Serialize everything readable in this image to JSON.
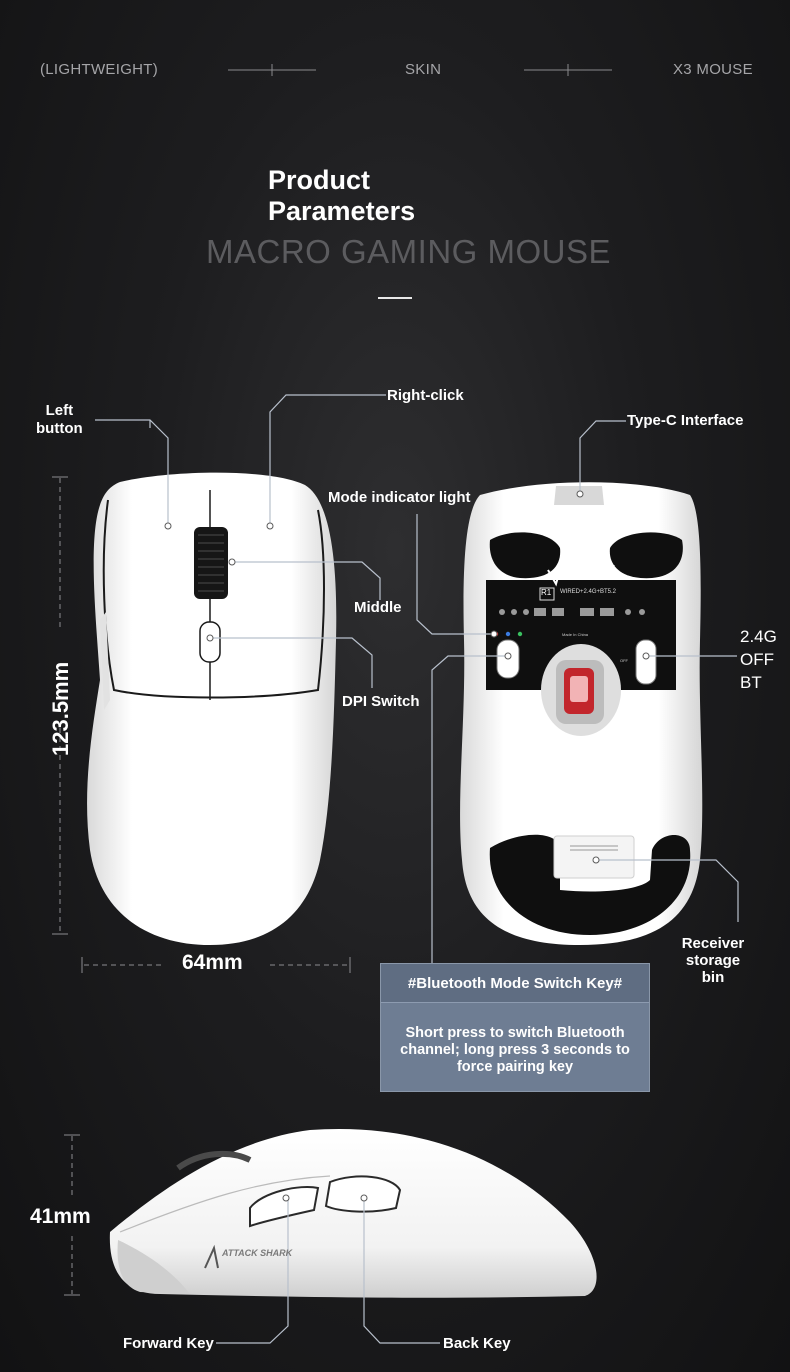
{
  "top_nav": {
    "left": "(LIGHTWEIGHT)",
    "center": "SKIN",
    "right": "X3 MOUSE"
  },
  "header": {
    "title_line1": "Product",
    "title_line2": "Parameters",
    "subtitle": "MACRO GAMING MOUSE"
  },
  "top_view": {
    "left_button_line1": "Left",
    "left_button_line2": "button",
    "right_click": "Right-click",
    "middle": "Middle",
    "dpi_switch": "DPI Switch",
    "height": "123.5mm",
    "width": "64mm"
  },
  "bottom_view": {
    "type_c": "Type-C Interface",
    "mode_indicator": "Mode indicator light",
    "mode_24g": "2.4G",
    "mode_off": "OFF",
    "mode_bt": "BT",
    "receiver_line1": "Receiver storage",
    "receiver_line2": "bin",
    "brand": "ATTACK SHARK",
    "model": "R1",
    "connectivity": "WIRED+2.4G+BT5.2",
    "made_in": "Made In China",
    "switch_off": "OFF"
  },
  "callout": {
    "heading": "#Bluetooth Mode Switch Key#",
    "body": "Short press to switch Bluetooth channel; long press 3 seconds to force pairing key"
  },
  "side_view": {
    "height": "41mm",
    "forward_key": "Forward Key",
    "back_key": "Back Key",
    "brand": "ATTACK SHARK"
  },
  "colors": {
    "background": "#1d1d1f",
    "callout": "#6e7d93",
    "indicator_red": "#e03030",
    "indicator_blue": "#3a7be0",
    "indicator_green": "#3ac060"
  }
}
